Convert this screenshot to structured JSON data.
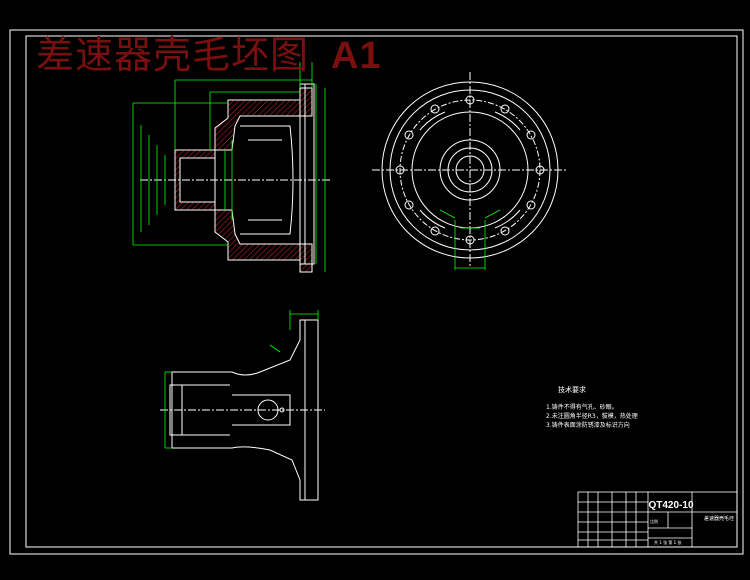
{
  "drawing": {
    "title": "差速器壳毛坯图",
    "sheet_size": "A1",
    "notes": {
      "heading": "技术要求",
      "lines": [
        "1.铸件不得有气孔、砂眼。",
        "2.未注圆角半径R3，拔模，热处理",
        "3.铸件表面涂防锈漆及标识方向"
      ]
    },
    "title_block": {
      "code": "QT420-10",
      "part_name": "差速器壳毛坯",
      "scale_label": "比例",
      "sheet_label": "共 1 张 第 1 张"
    }
  },
  "colors": {
    "background": "#000000",
    "frame": "#ffffff",
    "geometry": "#00ff00",
    "title": "#7a0f0f",
    "hatch": "#ff0000"
  }
}
